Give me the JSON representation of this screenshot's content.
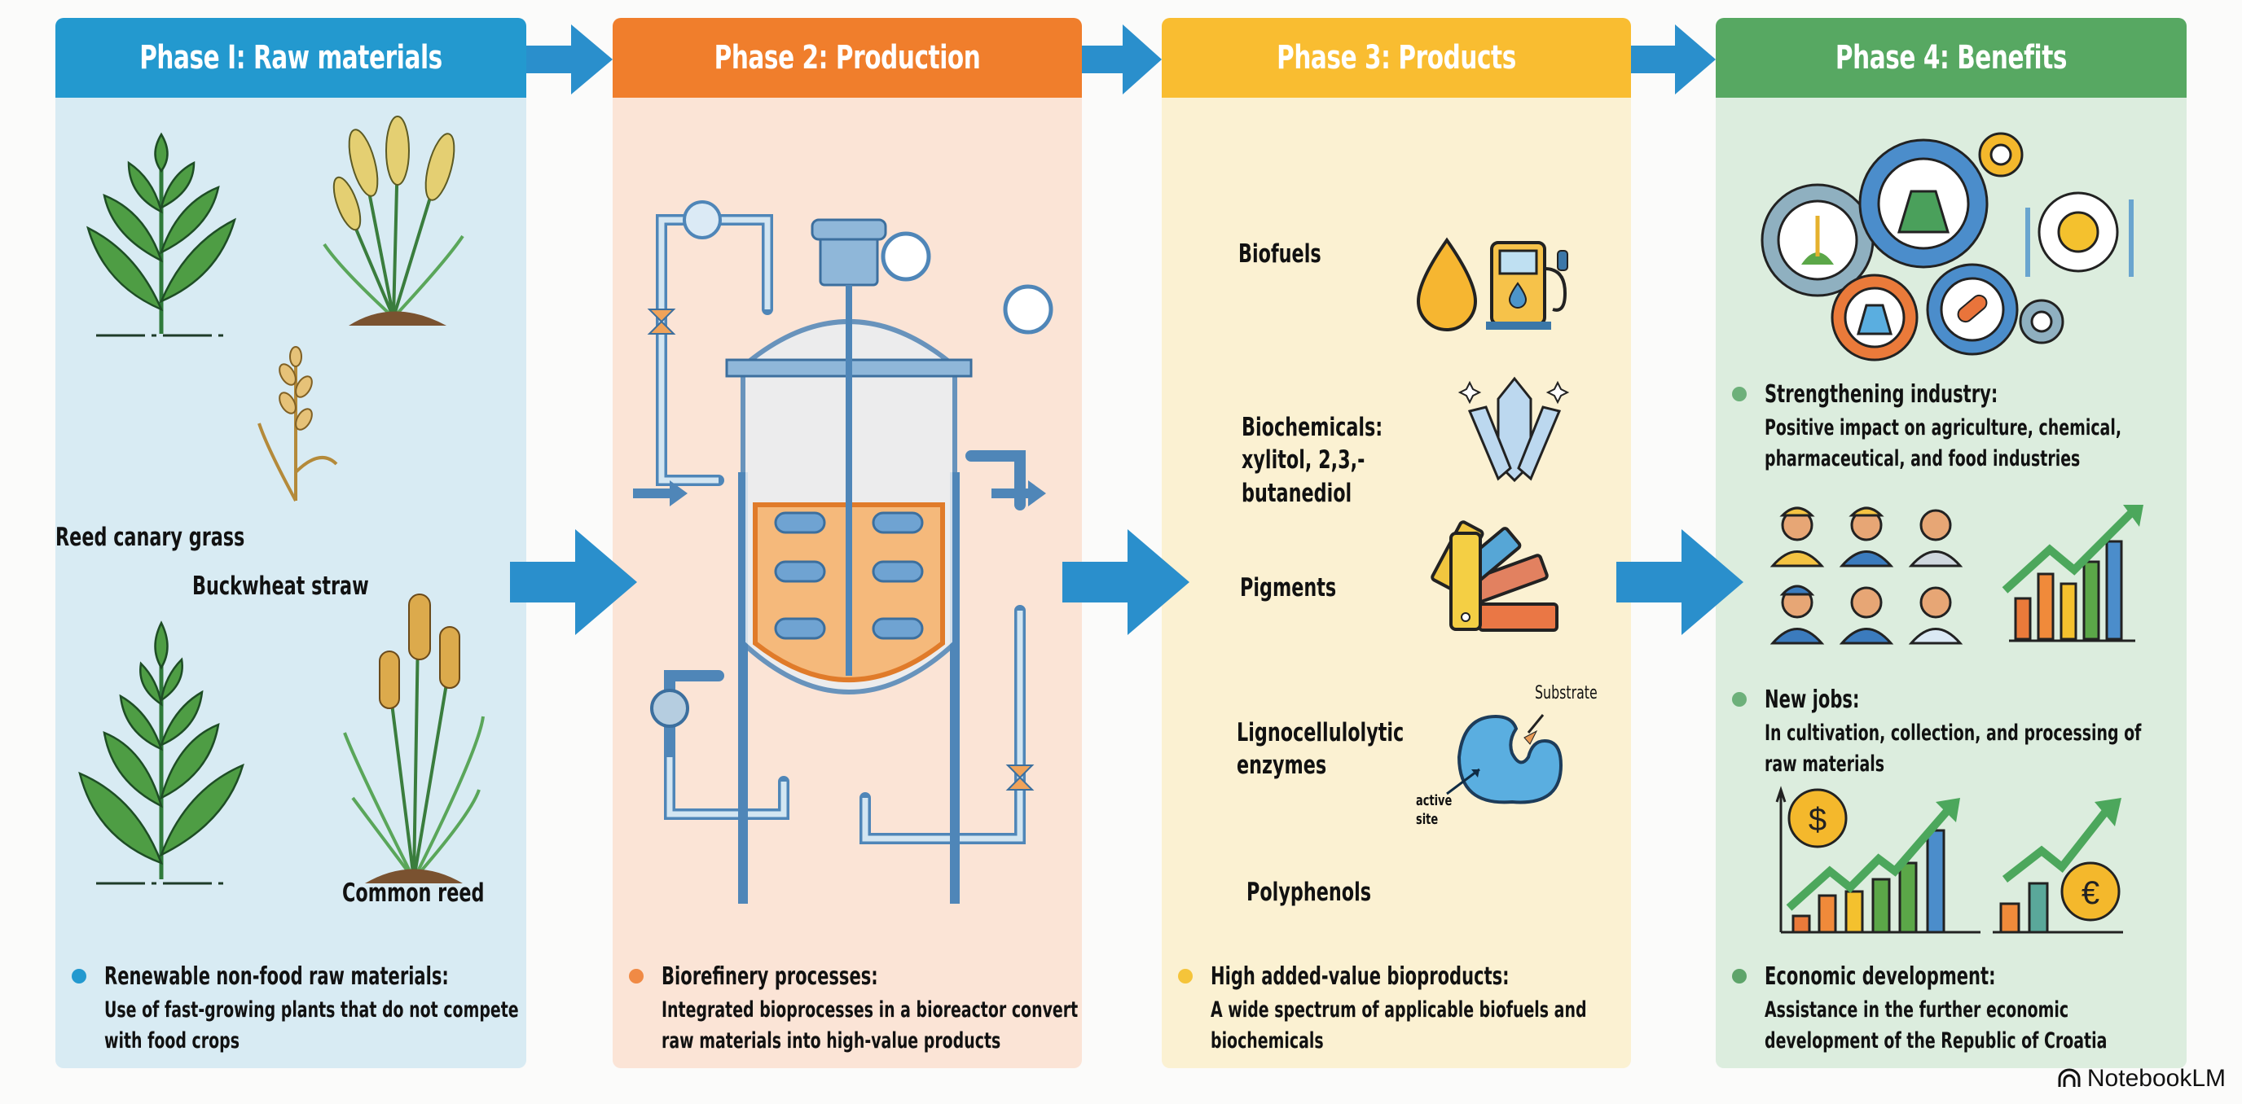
{
  "phases": [
    {
      "title": "Phase I: Raw materials",
      "color": "#2399cf",
      "plants": [
        "Reed canary grass",
        "Buckwheat straw",
        "Common reed"
      ],
      "bullet": {
        "title": "Renewable non-food raw materials:",
        "lines": [
          "Use of fast-growing plants that do not compete",
          "with food crops"
        ]
      }
    },
    {
      "title": "Phase 2: Production",
      "color": "#f07e2c",
      "illustration": "bioreactor",
      "bullet": {
        "title": "Biorefinery processes:",
        "lines": [
          "Integrated bioprocesses in a bioreactor convert",
          "raw materials into high-value products"
        ]
      }
    },
    {
      "title": "Phase 3: Products",
      "color": "#f9bd31",
      "products": [
        {
          "lines": [
            "Biofuels"
          ],
          "icon": "fuel-pump-icon"
        },
        {
          "lines": [
            "Biochemicals:",
            "xylitol, 2,3,-",
            "butanediol"
          ],
          "icon": "crystal-icon"
        },
        {
          "lines": [
            "Pigments"
          ],
          "icon": "color-swatch-icon"
        },
        {
          "lines": [
            "Lignocellulolytic",
            "enzymes"
          ],
          "icon": "enzyme-icon"
        },
        {
          "lines": [
            "Polyphenols"
          ],
          "icon": null
        }
      ],
      "enzyme_labels": {
        "substrate": "Substrate",
        "active_site": [
          "active",
          "site"
        ]
      },
      "bullet": {
        "title": "High added-value bioproducts:",
        "lines": [
          "A wide spectrum of applicable biofuels and",
          "biochemicals"
        ]
      }
    },
    {
      "title": "Phase 4: Benefits",
      "color": "#57a862",
      "bullets": [
        {
          "title": "Strengthening industry:",
          "lines": [
            "Positive impact on agriculture, chemical,",
            "pharmaceutical, and food industries"
          ]
        },
        {
          "title": "New jobs:",
          "lines": [
            "In cultivation, collection, and processing of",
            "raw materials"
          ]
        },
        {
          "title": "Economic development:",
          "lines": [
            "Assistance in the further economic",
            "development of the Republic of Croatia"
          ]
        }
      ],
      "currency_symbols": [
        "$",
        "€"
      ]
    }
  ],
  "branding": {
    "label": "NotebookLM"
  }
}
